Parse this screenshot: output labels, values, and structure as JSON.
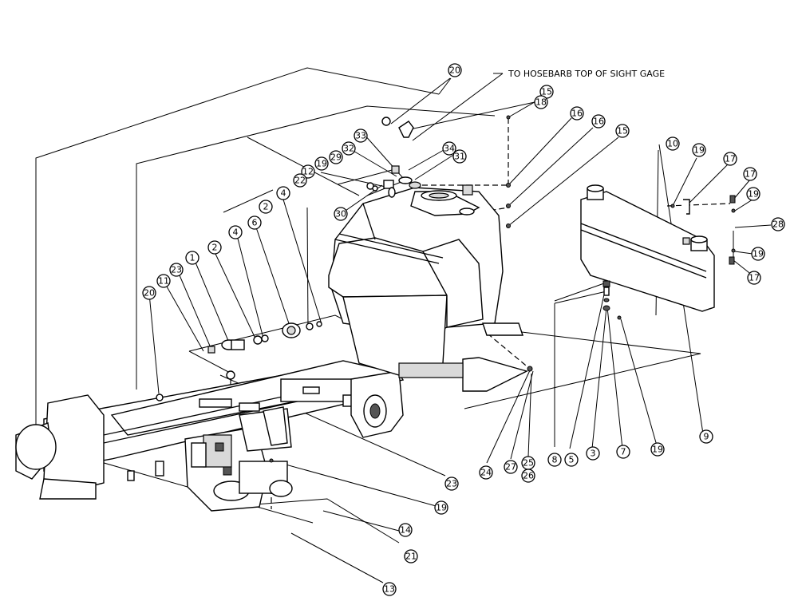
{
  "note": "TO HOSEBARB TOP OF SIGHT GAGE",
  "callouts": [
    "20",
    "15",
    "18",
    "16",
    "16",
    "15",
    "33",
    "34",
    "31",
    "32",
    "29",
    "19",
    "12",
    "30",
    "22",
    "4",
    "2",
    "6",
    "4",
    "2",
    "1",
    "23",
    "11",
    "20",
    "10",
    "19",
    "17",
    "17",
    "19",
    "28",
    "19",
    "17",
    "23",
    "24",
    "27",
    "25",
    "26",
    "8",
    "5",
    "3",
    "7",
    "19",
    "9",
    "19",
    "14",
    "21",
    "13"
  ]
}
